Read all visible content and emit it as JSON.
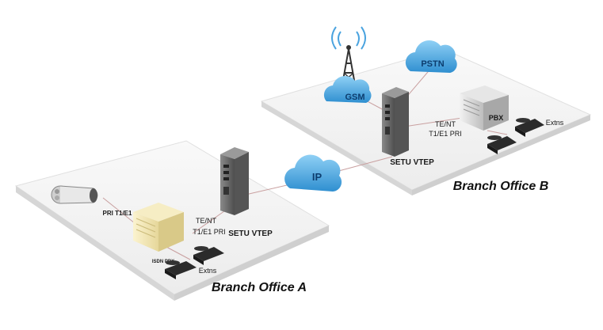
{
  "clouds": {
    "ip": "IP",
    "gsm": "GSM",
    "pstn": "PSTN"
  },
  "office_a": {
    "title": "Branch Office A",
    "device": "SETU VTEP",
    "link_te_nt": "TE/NT",
    "link_pri": "T1/E1 PRI",
    "isdn_pbx": "ISDN PBX",
    "pri_label": "PRI T1/E1",
    "extns": "Extns"
  },
  "office_b": {
    "title": "Branch Office B",
    "device": "SETU VTEP",
    "link_te_nt": "TE/NT",
    "link_pri": "T1/E1 PRI",
    "pbx": "PBX",
    "extns": "Extns"
  },
  "colors": {
    "cloud": "#4aa3df",
    "cloud_text": "#0d3d6e",
    "link_line": "#c9a0a0",
    "device_body": "#6f6f6f",
    "platform_top": "#f4f4f4",
    "platform_edge": "#d9d9d9"
  }
}
